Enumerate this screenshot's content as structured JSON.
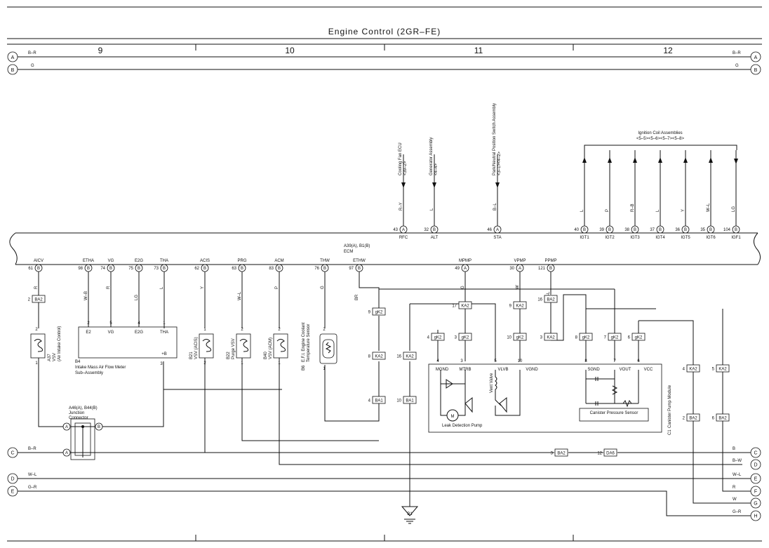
{
  "title": "Engine Control (2GR–FE)",
  "sections": [
    "9",
    "10",
    "11",
    "12"
  ],
  "rails": [
    {
      "letter": "A",
      "wire": "B–R"
    },
    {
      "letter": "B",
      "wire": "G"
    }
  ],
  "ecm": {
    "label1": "A39(A), B1(B)",
    "label2": "ECM"
  },
  "top_pins": [
    {
      "num": "43",
      "conn": "A",
      "name": "RFC",
      "wire": "R–Y",
      "dest": "Cooling Fan ECU",
      "ref": "<39–2>"
    },
    {
      "num": "32",
      "conn": "B",
      "name": "ALT",
      "wire": "L",
      "dest": "Generator Assembly",
      "ref": "<4–4>"
    },
    {
      "num": "46",
      "conn": "A",
      "name": "STA",
      "wire": "B–L",
      "dest": "Park/Neutral Position Switch Assembly",
      "ref": "<3–1><4–2>"
    }
  ],
  "ignition": {
    "title": "Ignition Coil Assemblies",
    "refs": "<5–5><5–6><5–7><5–8>",
    "pins": [
      {
        "num": "40",
        "name": "IGT1",
        "wire": "L"
      },
      {
        "num": "39",
        "name": "IGT2",
        "wire": "P"
      },
      {
        "num": "38",
        "name": "IGT3",
        "wire": "R–B"
      },
      {
        "num": "37",
        "name": "IGT4",
        "wire": "L"
      },
      {
        "num": "36",
        "name": "IGT5",
        "wire": "Y"
      },
      {
        "num": "35",
        "name": "IGT6",
        "wire": "W–L"
      },
      {
        "num": "104",
        "name": "IGF1",
        "wire": "LG"
      }
    ]
  },
  "bottom_pins": [
    {
      "num": "61",
      "name": "AICV",
      "wire": "R"
    },
    {
      "num": "98",
      "name": "ETHA",
      "wire": "W–B"
    },
    {
      "num": "74",
      "name": "VG",
      "wire": "R"
    },
    {
      "num": "75",
      "name": "E2G",
      "wire": "LG"
    },
    {
      "num": "73",
      "name": "THA",
      "wire": "L"
    },
    {
      "num": "62",
      "name": "ACIS",
      "wire": "Y"
    },
    {
      "num": "63",
      "name": "PRG",
      "wire": "W–L"
    },
    {
      "num": "83",
      "name": "ACM",
      "wire": "P"
    },
    {
      "num": "76",
      "name": "THW",
      "wire": "G"
    },
    {
      "num": "97",
      "name": "ETHW",
      "wire": "BR"
    },
    {
      "num": "49",
      "name": "MPMP",
      "wire": "G"
    },
    {
      "num": "30",
      "name": "VPMP",
      "wire": "W"
    },
    {
      "num": "121",
      "name": "PPMP",
      "wire": "W–L"
    }
  ],
  "components": {
    "a37": {
      "id": "A37",
      "name": "VSV",
      "sub": "(Air Intake Control)"
    },
    "b4": {
      "id": "B4",
      "name": "Intake Mass Air Flow Meter",
      "sub": "Sub–Assembly",
      "pins": [
        "E2",
        "VG",
        "E2G",
        "THA",
        "+B"
      ]
    },
    "b21": {
      "id": "B21",
      "name": "VSV (ACIS)"
    },
    "b22": {
      "id": "B22",
      "name": "Purge VSV"
    },
    "b40": {
      "id": "B40",
      "name": "VSV (ACM)"
    },
    "b6": {
      "id": "B6",
      "name": "E.F.I. Engine Coolant",
      "sub": "Temperature Sensor"
    },
    "junction": {
      "id": "A46(A), B44(B)",
      "name": "Junction",
      "sub": "Connector"
    },
    "canister_module": {
      "id": "C1",
      "name": "Canister Pump Module",
      "pins": [
        "MGND",
        "MTRB",
        "VLVB",
        "VGND",
        "SGND",
        "VOUT",
        "VCC"
      ]
    },
    "leak_pump": "Leak Detection Pump",
    "vent_valve": "Vent Valve",
    "pressure_sensor": "Canister Pressure Sensor"
  },
  "connectors": [
    "BA2",
    "KA2",
    "gK2",
    "BA1",
    "DA6"
  ],
  "ground": "B1",
  "bottom_rails": [
    {
      "letter": "C",
      "left": "B–R",
      "right": "B"
    },
    {
      "letter": "D",
      "left": "W–L",
      "right": "B–W"
    },
    {
      "letter": "E",
      "left": "G–R",
      "right": "W–L"
    },
    {
      "letter": "F",
      "right": "R"
    },
    {
      "letter": "G",
      "right": "W"
    },
    {
      "letter": "H",
      "right": "G–R"
    }
  ],
  "colors": {
    "ink": "#111111",
    "background": "#ffffff"
  }
}
